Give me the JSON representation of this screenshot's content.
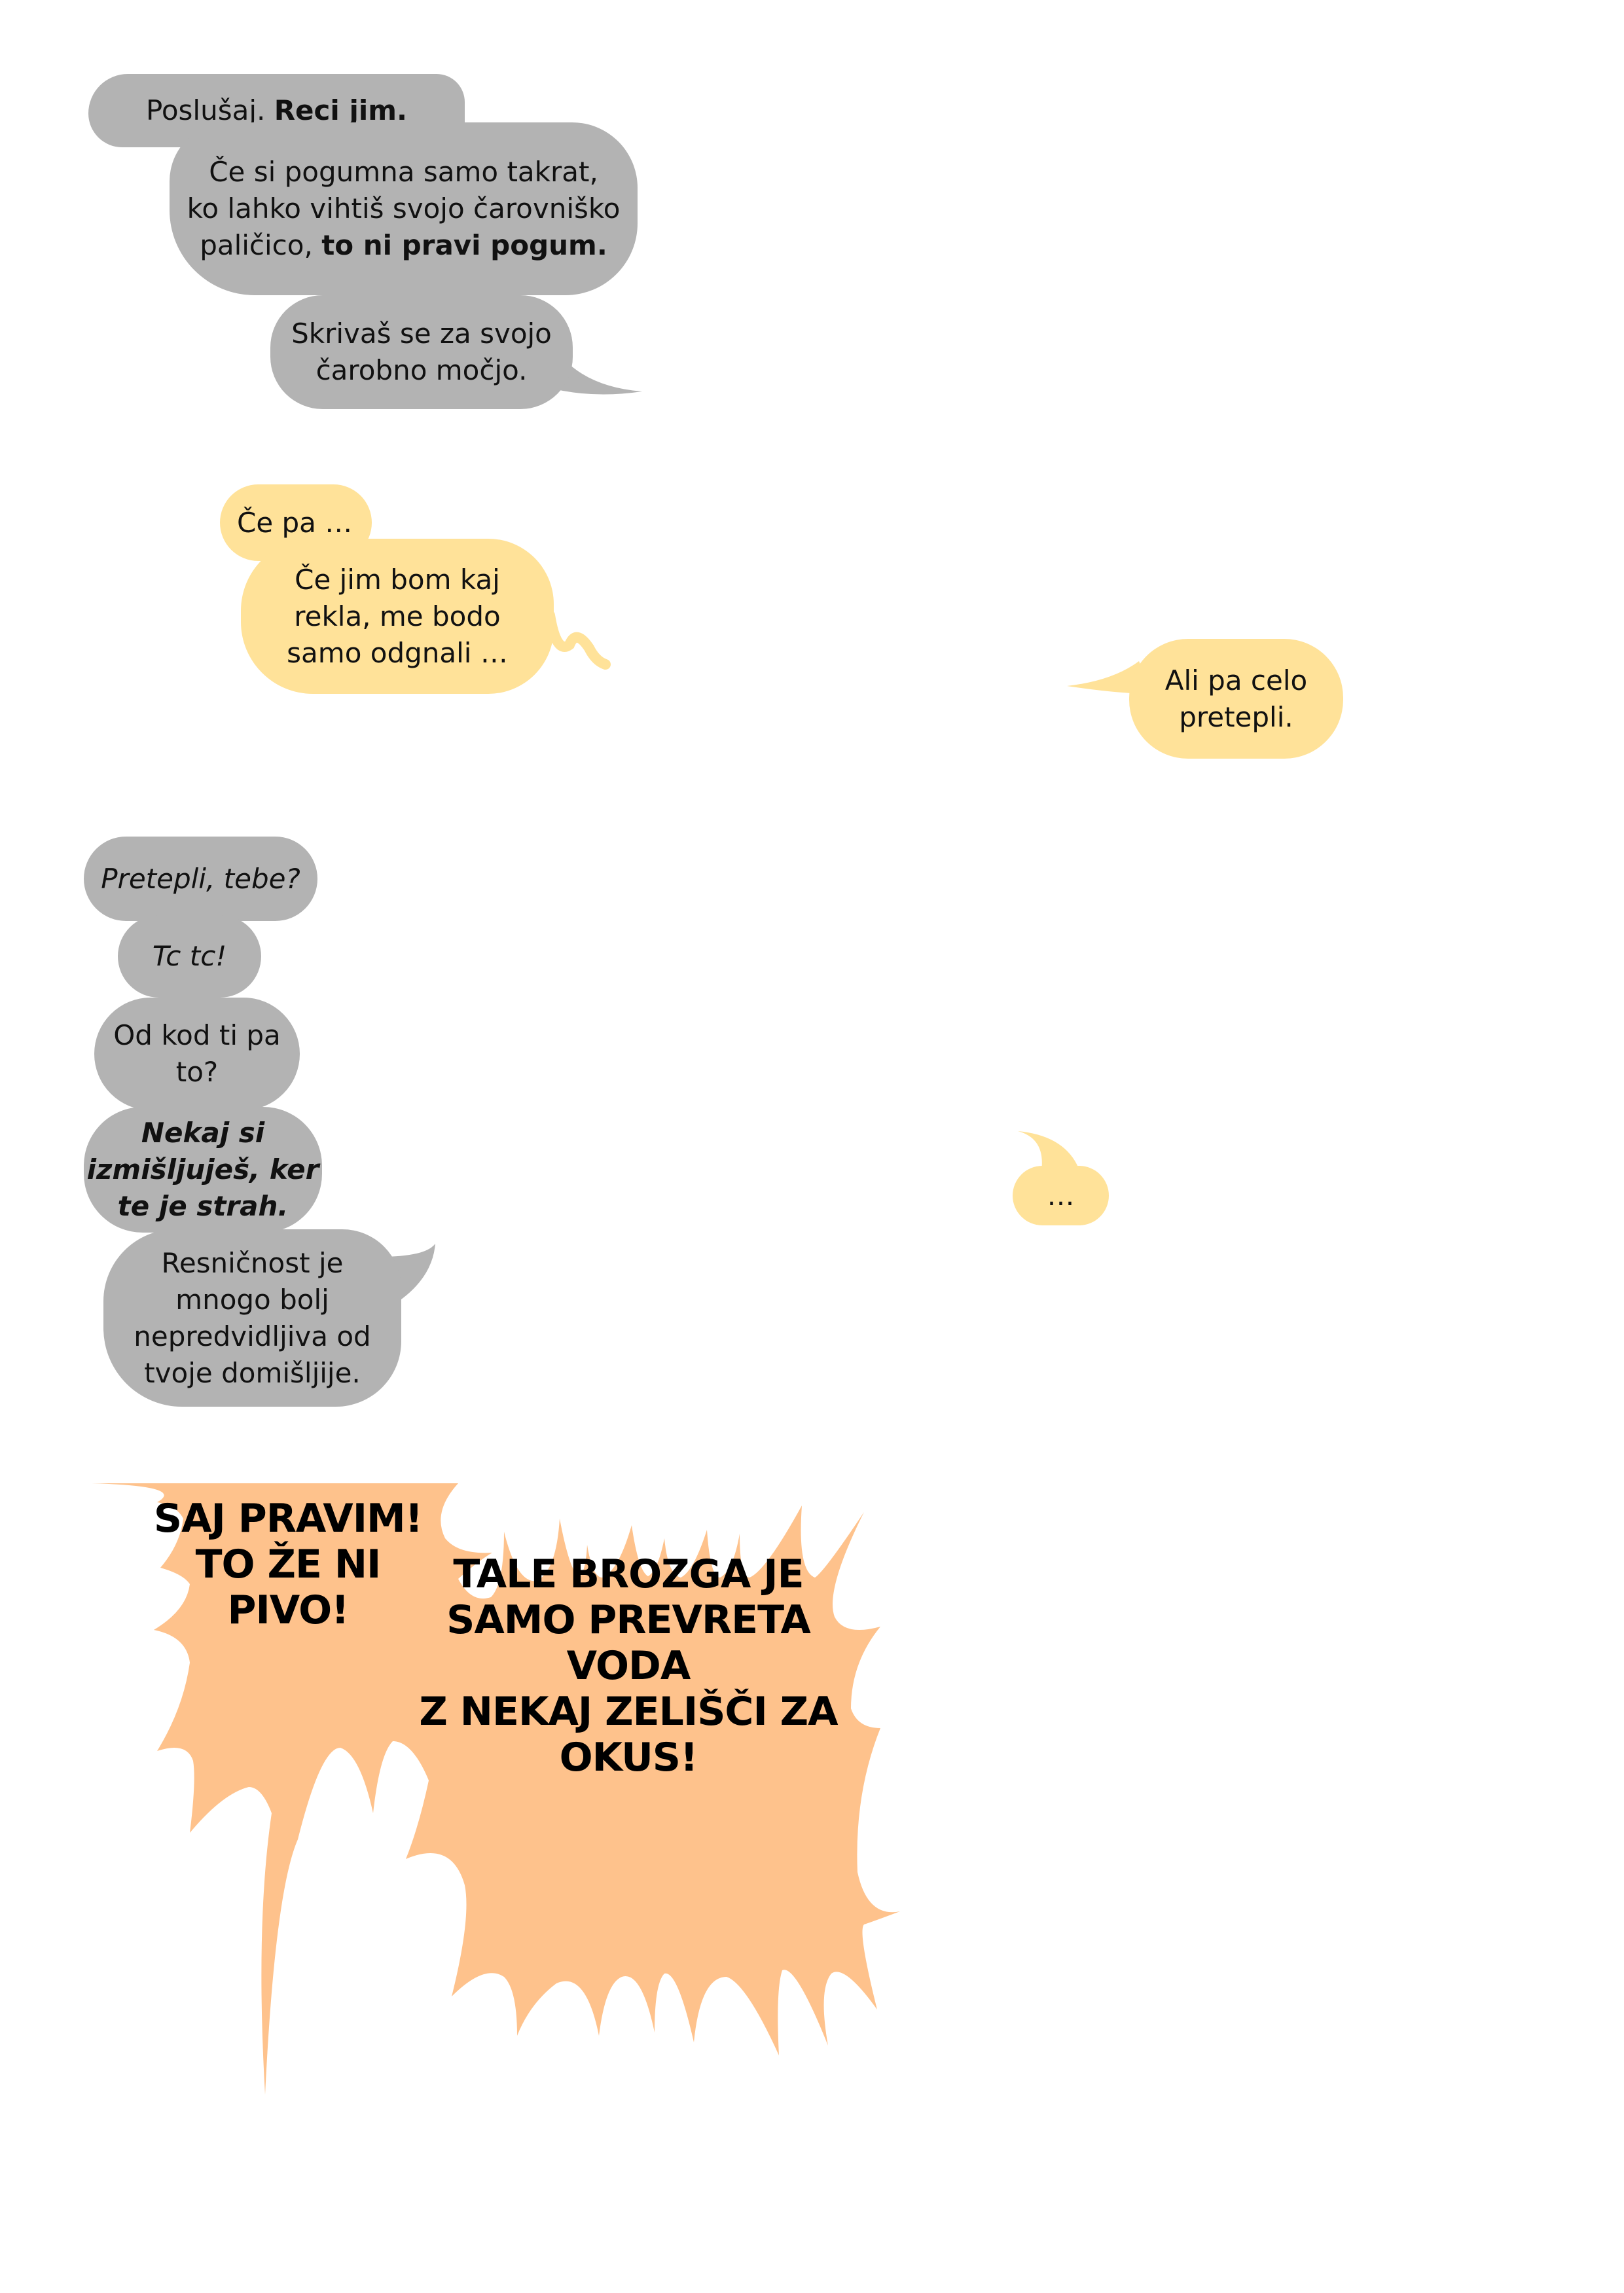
{
  "colors": {
    "gray_bubble": "#b3b3b3",
    "yellow_bubble": "#ffe299",
    "orange_burst": "#fec28c"
  },
  "gray_top": {
    "b1": {
      "plain": "Poslušaj. ",
      "bold": "Reci jim."
    },
    "b2": {
      "line1": "Če si pogumna samo takrat,",
      "line2": "ko lahko vihtiš svojo čarovniško",
      "line3_plain": "paličico, ",
      "line3_bold": "to ni pravi pogum."
    },
    "b3": {
      "line1": "Skrivaš se za svojo",
      "line2": "čarobno močjo."
    }
  },
  "yellow": {
    "y1": "Če pa …",
    "y2": {
      "line1": "Če jim bom kaj",
      "line2": "rekla, me bodo",
      "line3": "samo odgnali …"
    },
    "y3": {
      "line1": "Ali pa celo",
      "line2": "pretepli."
    },
    "y4": "…"
  },
  "gray_column": {
    "c1": "Pretepli, tebe?",
    "c2": "Tc tc!",
    "c3": {
      "line1": "Od kod ti pa",
      "line2": "to?"
    },
    "c4": {
      "line1": "Nekaj si",
      "line2": "izmišljuješ, ker",
      "line3": "te je strah."
    },
    "c5": {
      "line1": "Resničnost je",
      "line2": "mnogo bolj",
      "line3": "nepredvidljiva od",
      "line4": "tvoje domišljije."
    }
  },
  "burst": {
    "left": {
      "line1": "SAJ PRAVIM!",
      "line2": "TO ŽE NI",
      "line3": "PIVO!"
    },
    "right": {
      "line1": "TALE BROZGA JE",
      "line2": "SAMO PREVRETA VODA",
      "line3": "Z NEKAJ ZELIŠČI ZA",
      "line4": "OKUS!"
    }
  }
}
